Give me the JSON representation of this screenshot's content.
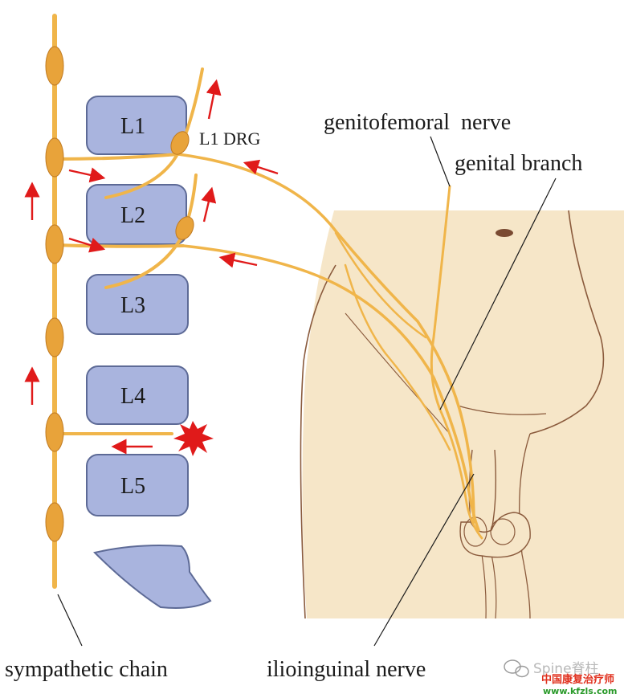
{
  "vertebrae": [
    "L1",
    "L2",
    "L3",
    "L4",
    "L5"
  ],
  "labels": {
    "l1_drg": "L1 DRG",
    "genitofemoral_nerve": "genitofemoral  nerve",
    "genital_branch": "genital branch",
    "sympathetic_chain": "sympathetic chain",
    "ilioinguinal_nerve": "ilioinguinal nerve"
  },
  "watermark": {
    "brand": "Spine脊柱",
    "site_cn": "中国康复治疗师",
    "site_url": "www.kfzls.com"
  },
  "colors": {
    "nerve": "#f0b54a",
    "ganglion": "#e8a33a",
    "vertebra": "#a9b4de",
    "skin": "#f6e6c8",
    "arrow": "#e01a1a",
    "lesion": "#e01a1a",
    "watermark_cn": "#e0301e",
    "watermark_url": "#2a9a2a"
  }
}
